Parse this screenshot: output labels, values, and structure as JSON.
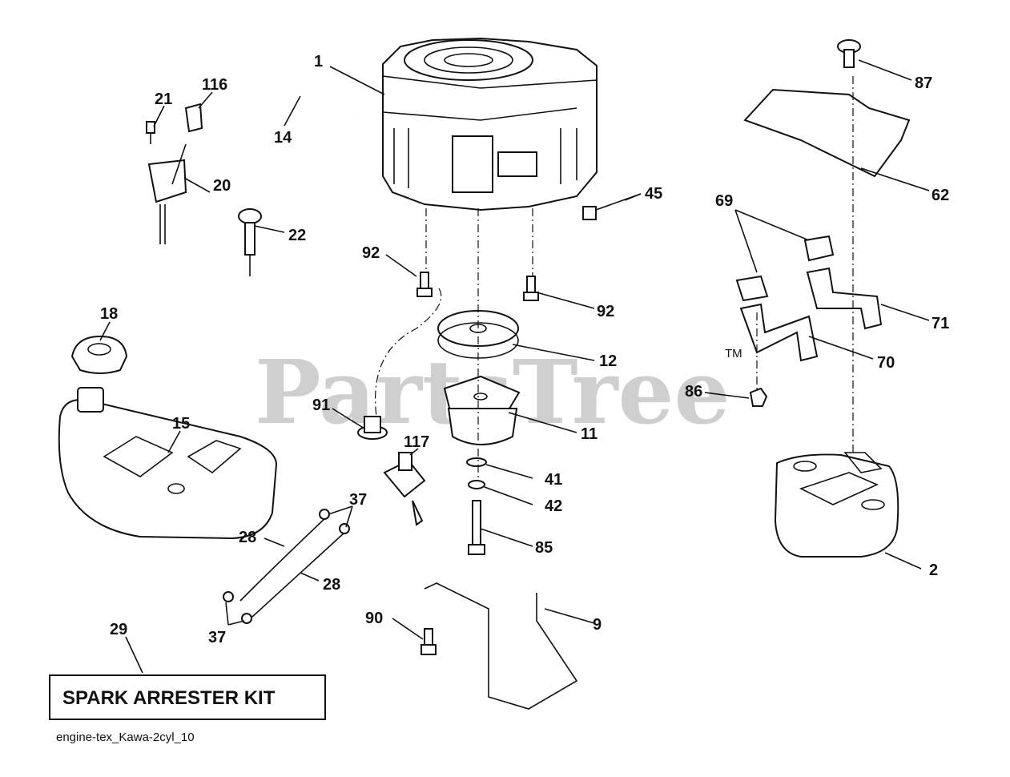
{
  "watermark": {
    "text": "PartsTree",
    "tm": "TM"
  },
  "callouts": [
    "1",
    "14",
    "116",
    "21",
    "20",
    "22",
    "45",
    "92",
    "92",
    "87",
    "62",
    "69",
    "71",
    "70",
    "86",
    "2",
    "18",
    "15",
    "12",
    "11",
    "91",
    "117",
    "41",
    "42",
    "85",
    "37",
    "28",
    "28",
    "37",
    "90",
    "9",
    "29"
  ],
  "kit_label": "SPARK ARRESTER KIT",
  "figure_caption": "engine-tex_Kawa-2cyl_10"
}
